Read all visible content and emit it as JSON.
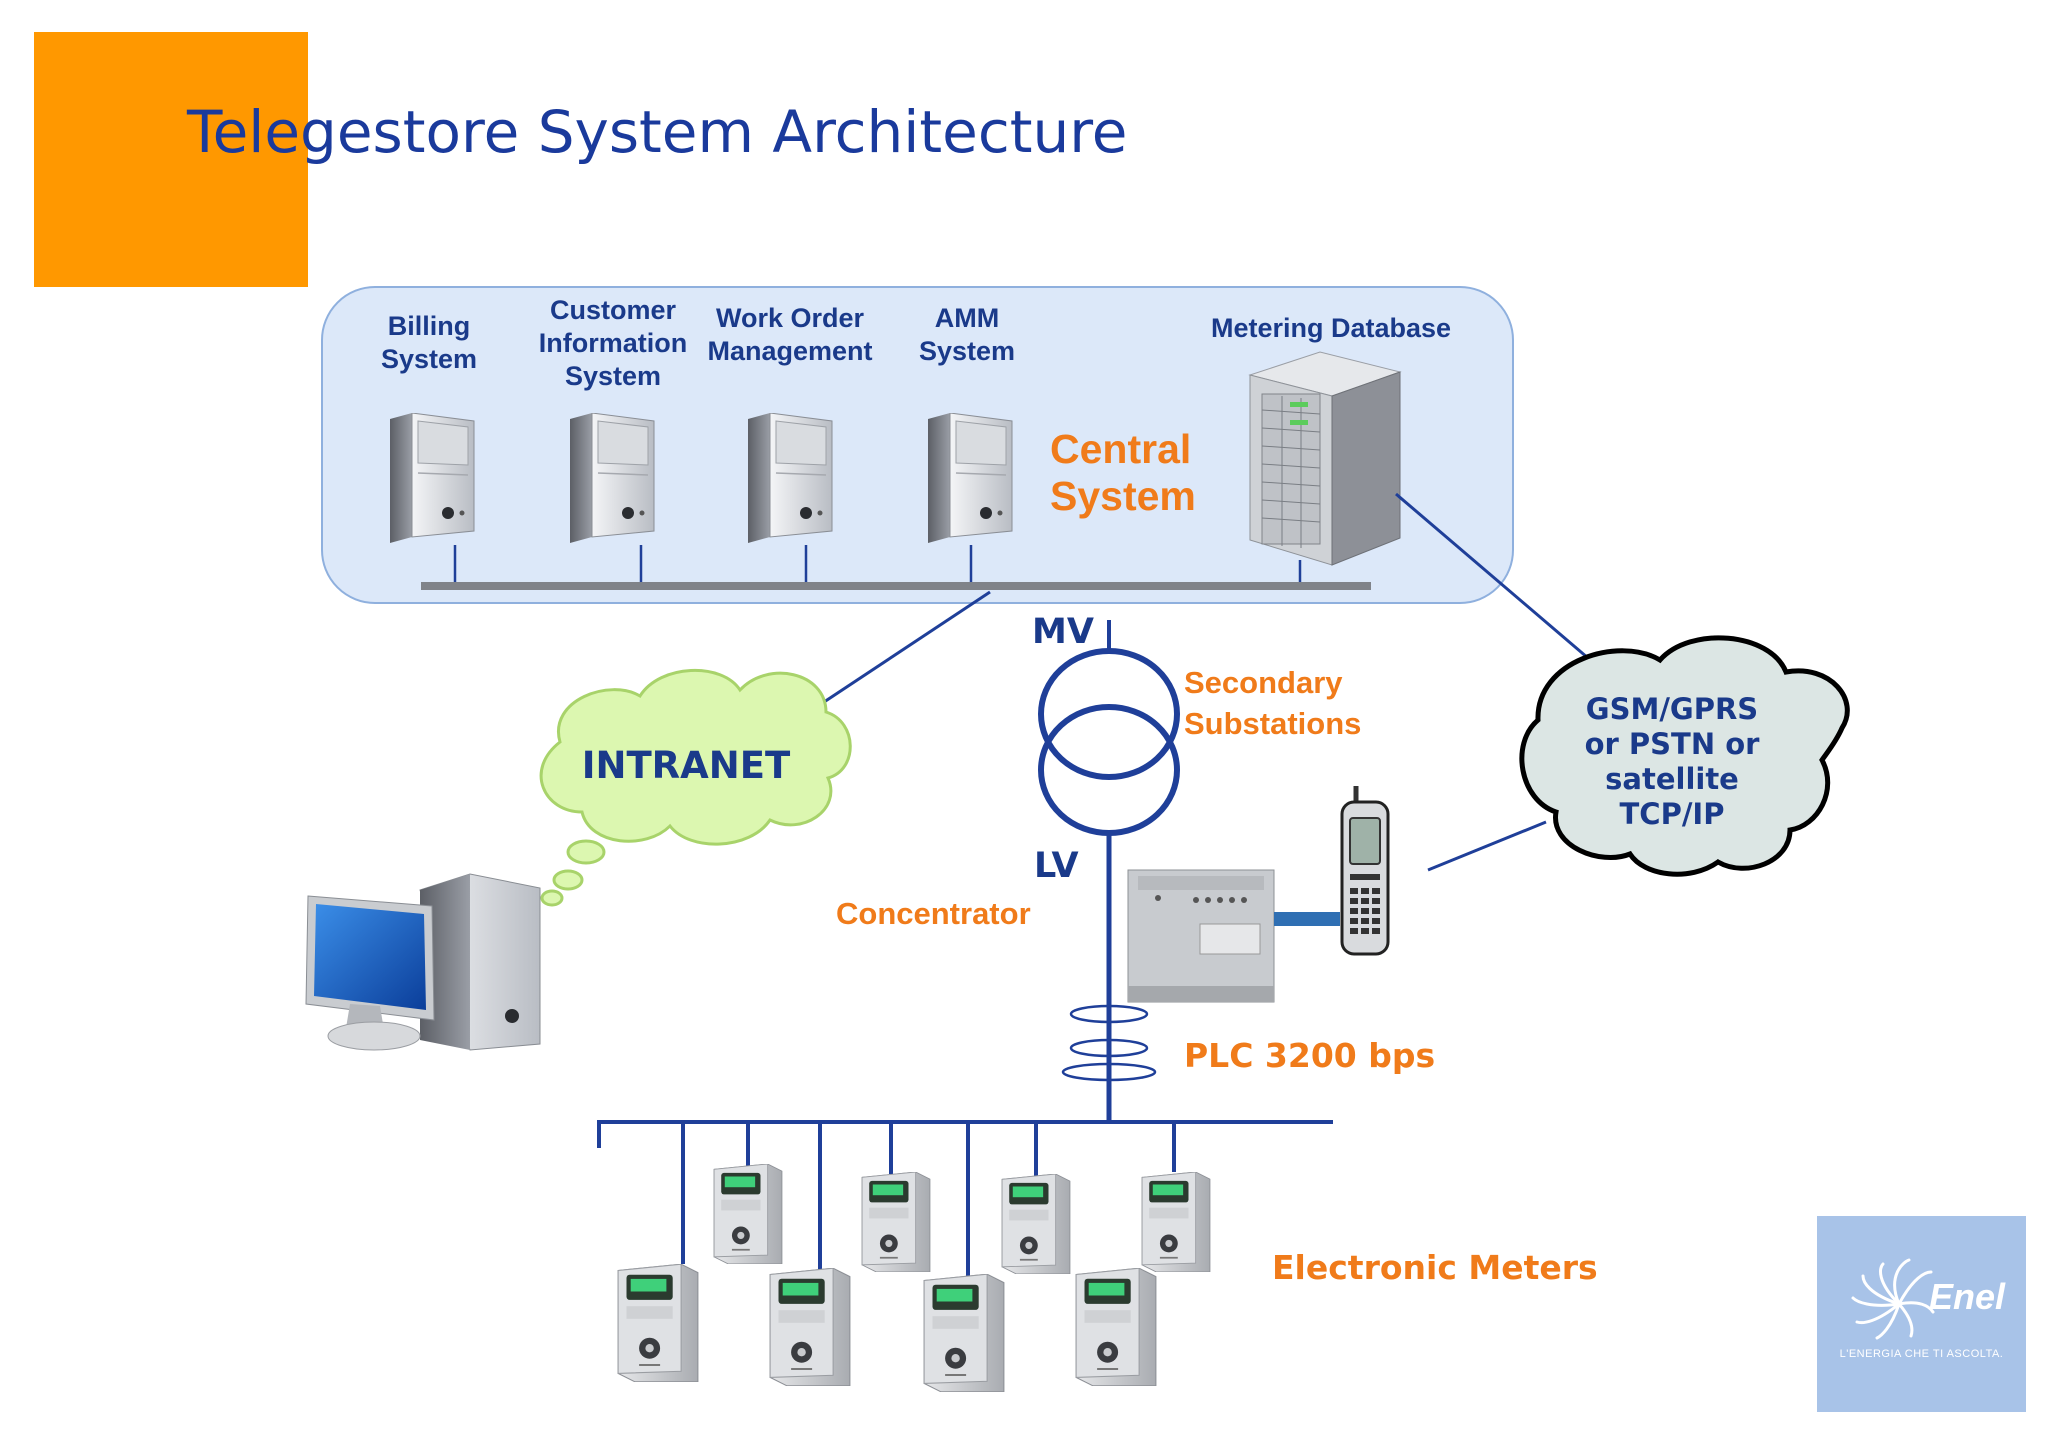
{
  "slide": {
    "title": "Telegestore System Architecture",
    "colors": {
      "title": "#1a3a9c",
      "label_blue": "#1a3a8a",
      "label_orange": "#f07b1a",
      "accent_block": "#ff9800",
      "panel": "#dce8f9",
      "line": "#1f3f99"
    }
  },
  "central_system": {
    "heading": "Central\nSystem",
    "servers": [
      {
        "label": "Billing\nSystem",
        "icon": "server-tower-icon"
      },
      {
        "label": "Customer\nInformation\nSystem",
        "icon": "server-tower-icon"
      },
      {
        "label": "Work Order\nManagement",
        "icon": "server-tower-icon"
      },
      {
        "label": "AMM\nSystem",
        "icon": "server-tower-icon"
      },
      {
        "label": "Metering Database",
        "icon": "database-server-icon"
      }
    ]
  },
  "network": {
    "intranet": "INTRANET",
    "wan": "GSM/GPRS\nor PSTN or\nsatellite\nTCP/IP"
  },
  "grid": {
    "mv": "MV",
    "lv": "LV",
    "substation": "Secondary\nSubstations",
    "concentrator": "Concentrator",
    "plc": "PLC 3200 bps",
    "meters": "Electronic Meters"
  },
  "logo": {
    "name": "Enel",
    "tagline": "L'ENERGIA CHE TI ASCOLTA."
  }
}
